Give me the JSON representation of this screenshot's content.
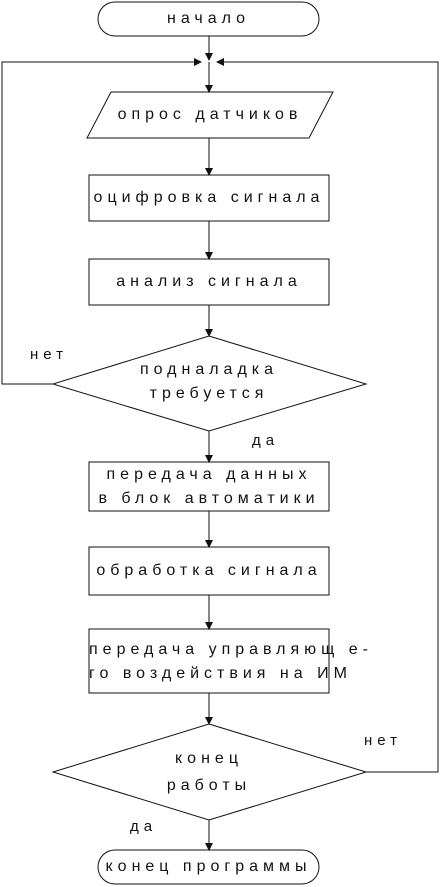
{
  "flowchart": {
    "start": "начало",
    "poll_sensors": "опрос датчиков",
    "digitize": "оцифровка сигнала",
    "analyze": "анализ сигнала",
    "decision1": {
      "line1": "подналадка",
      "line2": "требуется",
      "no": "нет",
      "yes": "да"
    },
    "transfer": {
      "line1": "передача данных",
      "line2": "в блок автоматики"
    },
    "process": "обработка сигнала",
    "control": {
      "line1": "передача управляющ е-",
      "line2": "го воздействия на ИМ"
    },
    "decision2": {
      "line1": "конец",
      "line2": "работы",
      "no": "нет",
      "yes": "да"
    },
    "end": "конец программы"
  }
}
